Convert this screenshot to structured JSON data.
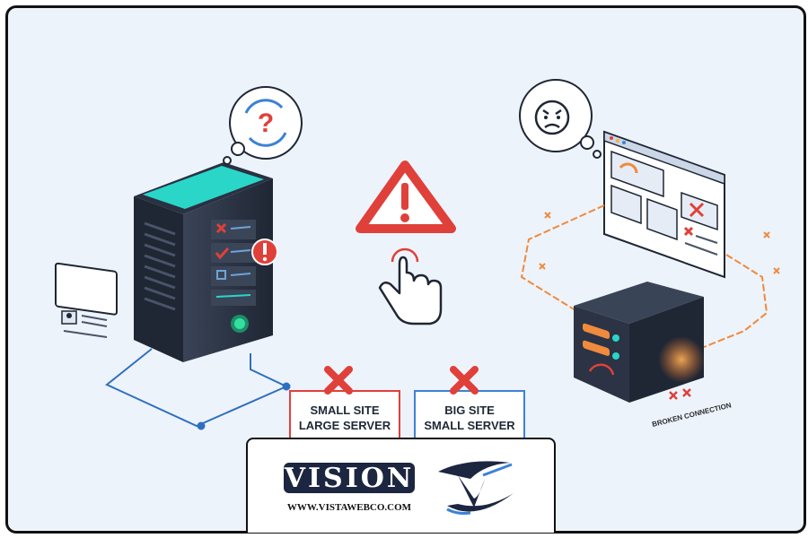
{
  "labels": {
    "small_site_large_server": [
      "SMALL SITE",
      "LARGE SERVER"
    ],
    "big_site_small_server": [
      "BIG SITE",
      "SMALL SERVER"
    ]
  },
  "broken_connection": "BROKEN CONNECTION",
  "logo": {
    "wordmark": "VISION",
    "url": "WWW.VISTAWEBCO.COM"
  },
  "icons": {
    "left_thought": "question-refresh-icon",
    "right_thought": "angry-face-icon",
    "center_warning": "warning-triangle-icon",
    "center_hand": "tap-hand-icon"
  },
  "colors": {
    "background": "#edf3fb",
    "red": "#e0403a",
    "blue": "#3b82d6",
    "teal": "#2ad6c8",
    "server_dark": "#2b3344",
    "orange": "#f08a3c",
    "navy": "#1c2640"
  }
}
